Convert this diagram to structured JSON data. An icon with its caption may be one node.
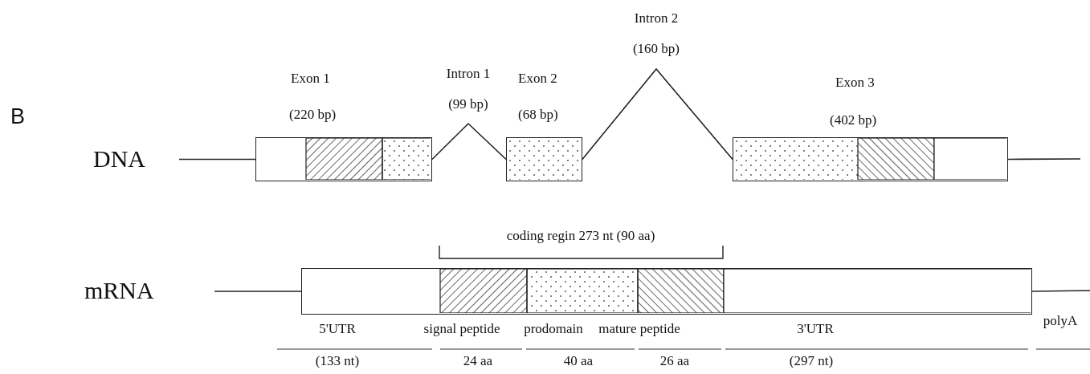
{
  "diagram": {
    "nodes": [
      {
        "text": [
          "DNA"
        ]
      },
      {
        "text": [],
        "shape": "box",
        "beside": [
          "Exon 1",
          "(220 bp)"
        ]
      },
      {
        "text": [],
        "shape": "box",
        "beside": [
          "Exon 2",
          "(68 bp)"
        ]
      },
      {
        "text": [],
        "shape": "box",
        "beside": [
          "Exon 3",
          "(402 bp)"
        ]
      },
      {
        "text": [
          "mRNA"
        ]
      },
      {
        "text": [],
        "shape": "box"
      }
    ],
    "edges": [
      {
        "from": 0,
        "to": 1,
        "arrow": "none"
      },
      {
        "from": 1,
        "to": 2,
        "arrow": "none",
        "label": "Intron 1 (99 bp)"
      },
      {
        "from": 2,
        "to": 3,
        "arrow": "none",
        "label": "Intron 2 (160 bp)"
      },
      {
        "from": 3,
        "to": null,
        "arrow": "none"
      },
      {
        "from": 4,
        "to": 5,
        "arrow": "none"
      },
      {
        "from": 5,
        "to": null,
        "arrow": "none"
      }
    ],
    "labels": [
      "B",
      "coding regin 273 nt (90 aa)",
      "5'UTR",
      "signal peptide",
      "prodomain",
      "mature peptide",
      "3'UTR",
      "polyA",
      "(133 nt)",
      "24 aa",
      "40 aa",
      "26 aa",
      "(297 nt)"
    ]
  }
}
